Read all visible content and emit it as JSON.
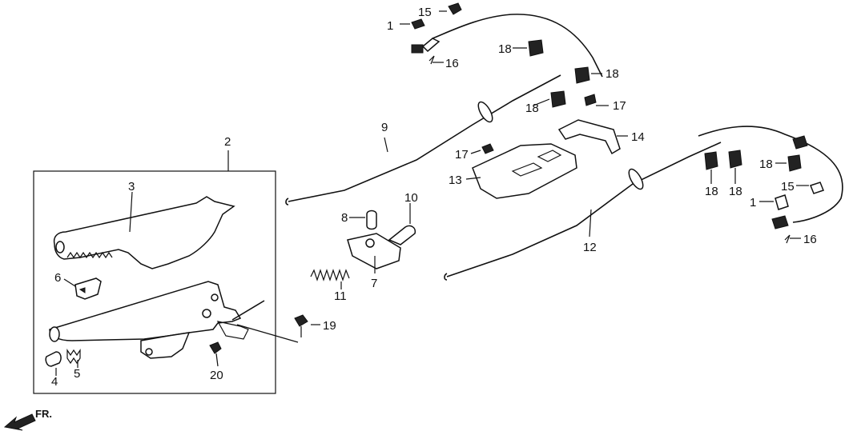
{
  "diagram": {
    "title": "Parking brake lever and cable assembly exploded view",
    "front_arrow_label": "FR.",
    "callouts": [
      {
        "id": "c1a",
        "text": "1"
      },
      {
        "id": "c15a",
        "text": "15"
      },
      {
        "id": "c16a",
        "text": "16"
      },
      {
        "id": "c18a",
        "text": "18"
      },
      {
        "id": "c18b",
        "text": "18"
      },
      {
        "id": "c18c",
        "text": "18"
      },
      {
        "id": "c17a",
        "text": "17"
      },
      {
        "id": "c9",
        "text": "9"
      },
      {
        "id": "c14",
        "text": "14"
      },
      {
        "id": "c17b",
        "text": "17"
      },
      {
        "id": "c13",
        "text": "13"
      },
      {
        "id": "c2",
        "text": "2"
      },
      {
        "id": "c3",
        "text": "3"
      },
      {
        "id": "c10",
        "text": "10"
      },
      {
        "id": "c8",
        "text": "8"
      },
      {
        "id": "c6",
        "text": "6"
      },
      {
        "id": "c7",
        "text": "7"
      },
      {
        "id": "c11",
        "text": "11"
      },
      {
        "id": "c12",
        "text": "12"
      },
      {
        "id": "c18d",
        "text": "18"
      },
      {
        "id": "c18e",
        "text": "18"
      },
      {
        "id": "c18f",
        "text": "18"
      },
      {
        "id": "c15b",
        "text": "15"
      },
      {
        "id": "c1b",
        "text": "1"
      },
      {
        "id": "c16b",
        "text": "16"
      },
      {
        "id": "c19",
        "text": "19"
      },
      {
        "id": "c4",
        "text": "4"
      },
      {
        "id": "c5",
        "text": "5"
      },
      {
        "id": "c20",
        "text": "20"
      }
    ]
  }
}
